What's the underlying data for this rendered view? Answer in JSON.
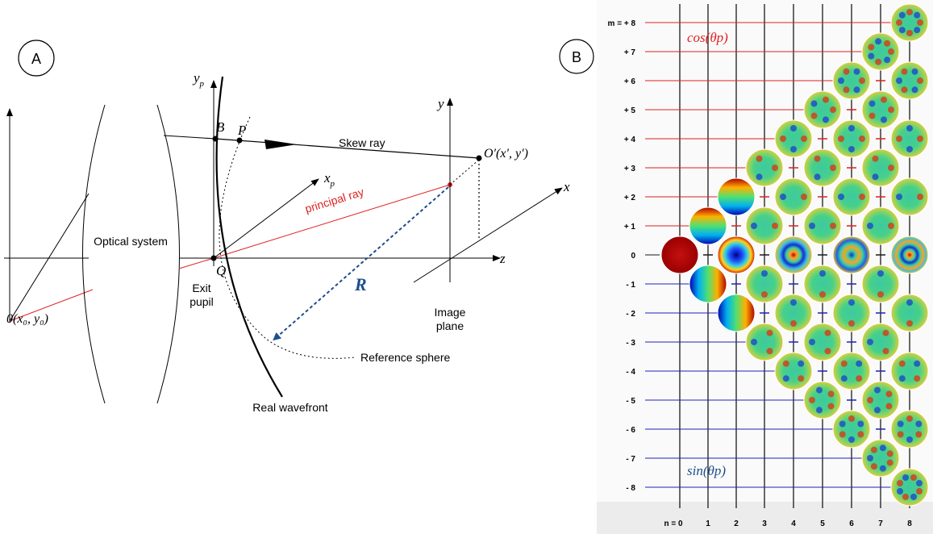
{
  "panel_a": {
    "label": "A",
    "y_p": "y",
    "y_p_sub": "p",
    "x_p": "x",
    "x_p_sub": "p",
    "point_B": "B",
    "point_P": "P",
    "skew_ray": "Skew ray",
    "image_point": "O′(x′, y′)",
    "y_axis": "y",
    "x_axis": "x",
    "z_axis": "z",
    "principal_ray": "principal ray",
    "optical_system": "Optical system",
    "point_Q": "Q",
    "radius": "R",
    "exit_pupil_1": "Exit",
    "exit_pupil_2": "pupil",
    "image_plane_1": "Image",
    "image_plane_2": "plane",
    "object_point": "0(x₀, y₀)",
    "reference_sphere": "Reference sphere",
    "real_wavefront": "Real wavefront"
  },
  "panel_b": {
    "label": "B",
    "cos_label": "cos(θp)",
    "sin_label": "sin(θp)",
    "m_labels": [
      "m = + 8",
      "+ 7",
      "+ 6",
      "+ 5",
      "+ 4",
      "+ 3",
      "+ 2",
      "+ 1",
      "0",
      "- 1",
      "- 2",
      "- 3",
      "- 4",
      "- 5",
      "- 6",
      "- 7",
      "- 8"
    ],
    "n_labels": [
      "n =  0",
      "1",
      "2",
      "3",
      "4",
      "5",
      "6",
      "7",
      "8"
    ],
    "colors": {
      "cos": "#e02020",
      "sin": "#2020c0",
      "grid": "#1a1a1a"
    }
  }
}
